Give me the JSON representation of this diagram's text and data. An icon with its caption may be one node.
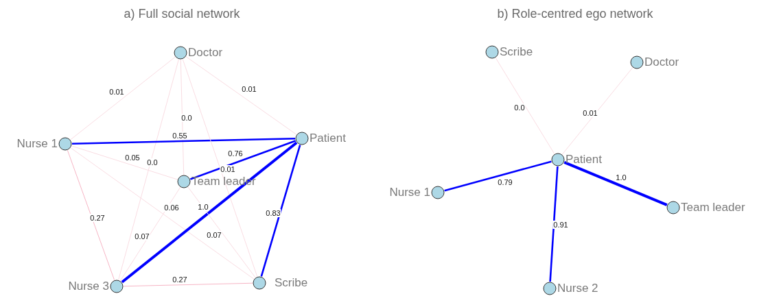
{
  "diagram": {
    "nodes": [
      {
        "text": [],
        "shape": "circle",
        "beside": [
          "Doctor"
        ]
      },
      {
        "text": [],
        "shape": "circle",
        "beside": [
          "Nurse 1"
        ]
      },
      {
        "text": [],
        "shape": "circle",
        "beside": [
          "Patient"
        ]
      },
      {
        "text": [],
        "shape": "circle",
        "beside": [
          "Team leader"
        ]
      },
      {
        "text": [],
        "shape": "circle",
        "beside": [
          "Nurse 3"
        ]
      },
      {
        "text": [],
        "shape": "circle",
        "beside": [
          "Scribe"
        ]
      },
      {
        "text": [],
        "shape": "circle",
        "beside": [
          "Scribe"
        ]
      },
      {
        "text": [],
        "shape": "circle",
        "beside": [
          "Doctor"
        ]
      },
      {
        "text": [],
        "shape": "circle",
        "beside": [
          "Patient"
        ]
      },
      {
        "text": [],
        "shape": "circle",
        "beside": [
          "Nurse 1"
        ]
      },
      {
        "text": [],
        "shape": "circle",
        "beside": [
          "Team leader"
        ]
      },
      {
        "text": [],
        "shape": "circle",
        "beside": [
          "Nurse 2"
        ]
      }
    ],
    "edges": [
      {
        "from": 1,
        "to": 0,
        "arrow": "none",
        "label": "0.01"
      },
      {
        "from": 0,
        "to": 2,
        "arrow": "none",
        "label": "0.01"
      },
      {
        "from": 0,
        "to": 3,
        "arrow": "none",
        "label": "0.0"
      },
      {
        "from": 0,
        "to": 4,
        "arrow": "none",
        "label": "0.0"
      },
      {
        "from": 1,
        "to": 2,
        "arrow": "none",
        "label": "0.55",
        "color": "#0000ff"
      },
      {
        "from": 1,
        "to": 3,
        "arrow": "none",
        "label": "0.05"
      },
      {
        "from": 3,
        "to": 2,
        "arrow": "none",
        "label": "0.76",
        "color": "#0000ff"
      },
      {
        "from": 0,
        "to": 5,
        "arrow": "none",
        "label": "0.01"
      },
      {
        "from": 1,
        "to": 5,
        "arrow": "none",
        "label": "0.06"
      },
      {
        "from": 4,
        "to": 2,
        "arrow": "none",
        "label": "1.0",
        "style": "thick",
        "color": "#0000ff"
      },
      {
        "from": 4,
        "to": 3,
        "arrow": "none",
        "label": "0.07"
      },
      {
        "from": 3,
        "to": 5,
        "arrow": "none",
        "label": "0.07"
      },
      {
        "from": 5,
        "to": 2,
        "arrow": "none",
        "label": "0.83",
        "color": "#0000ff"
      },
      {
        "from": 1,
        "to": 4,
        "arrow": "none",
        "label": "0.27",
        "color": "#f6b4c4"
      },
      {
        "from": 4,
        "to": 5,
        "arrow": "none",
        "label": "0.27",
        "color": "#f6b4c4"
      },
      {
        "from": 8,
        "to": 6,
        "arrow": "none",
        "label": "0.0"
      },
      {
        "from": 8,
        "to": 7,
        "arrow": "none",
        "label": "0.01"
      },
      {
        "from": 8,
        "to": 9,
        "arrow": "none",
        "label": "0.79",
        "color": "#0000ff"
      },
      {
        "from": 8,
        "to": 10,
        "arrow": "none",
        "label": "1.0",
        "style": "thick",
        "color": "#0000ff"
      },
      {
        "from": 8,
        "to": 11,
        "arrow": "none",
        "label": "0.91",
        "color": "#0000ff"
      }
    ],
    "labels": [
      "a) Full social network",
      "b) Role-centred ego network"
    ]
  }
}
